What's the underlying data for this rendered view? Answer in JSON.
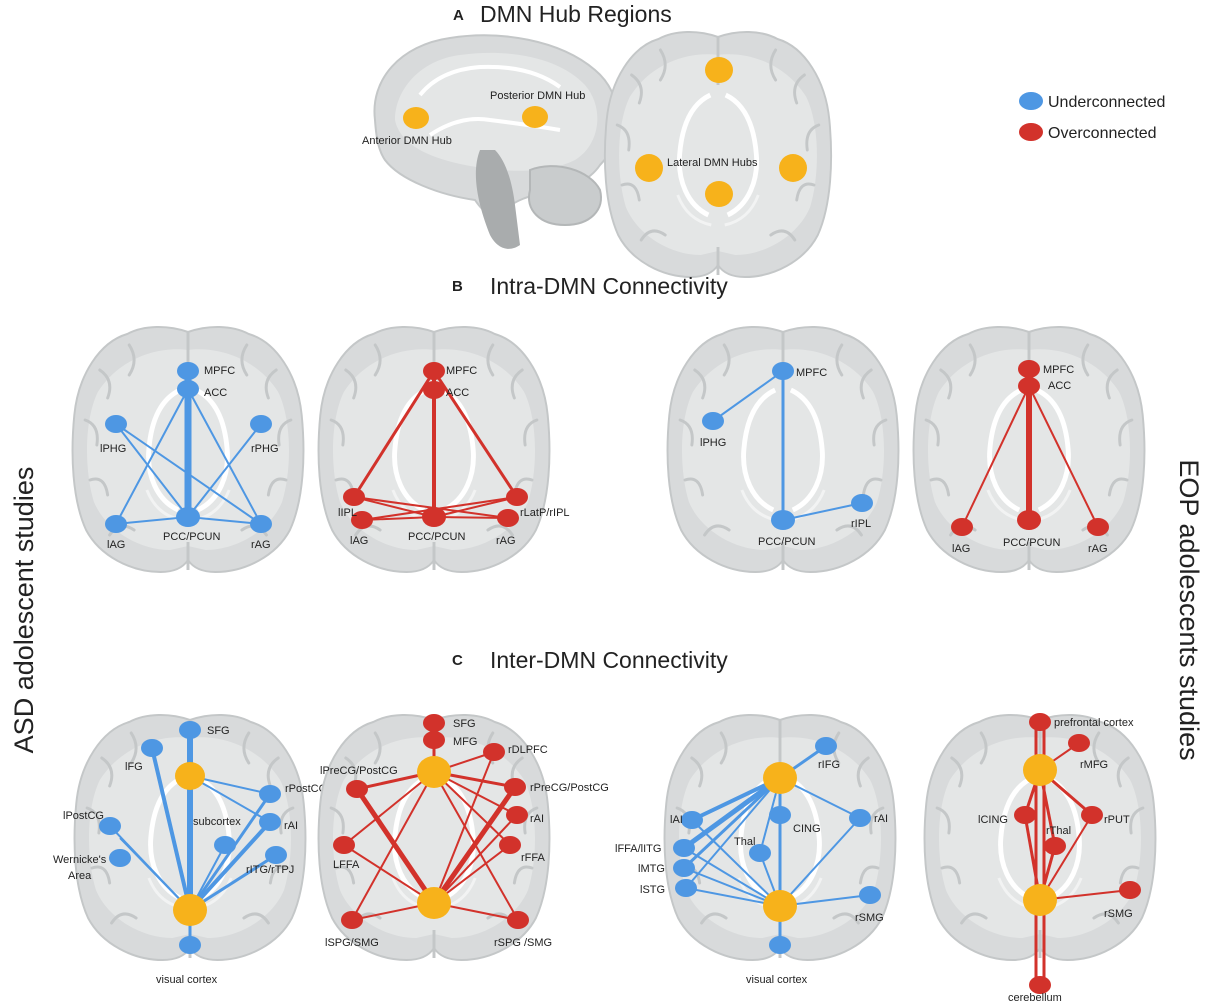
{
  "colors": {
    "under": "#4e97e3",
    "over": "#d2322b",
    "hub": "#f7b21b",
    "brain_fill": "#d8dadb",
    "brain_inner": "#e4e6e6",
    "brain_stroke": "#c4c7c8"
  },
  "side_labels": {
    "left": "ASD adolescent studies",
    "right": "EOP adolescents studies"
  },
  "legend": {
    "under": "Underconnected",
    "over": "Overconnected"
  },
  "panels": {
    "A": {
      "letter": "A",
      "title": "DMN Hub Regions",
      "labels": {
        "anterior": "Anterior DMN Hub",
        "posterior": "Posterior DMN Hub",
        "lateral": "Lateral DMN Hubs"
      }
    },
    "B": {
      "letter": "B",
      "title": "Intra-DMN Connectivity"
    },
    "C": {
      "letter": "C",
      "title": "Inter-DMN Connectivity"
    }
  },
  "brains": {
    "b1": {
      "labels": {
        "mpfc": "MPFC",
        "acc": "ACC",
        "lphg": "lPHG",
        "rphg": "rPHG",
        "lag": "lAG",
        "pcc": "PCC/PCUN",
        "rag": "rAG"
      }
    },
    "b2": {
      "labels": {
        "mpfc": "MPFC",
        "acc": "ACC",
        "lipl": "lIPL",
        "rlatp": "rLatP/rIPL",
        "lag": "lAG",
        "pcc": "PCC/PCUN",
        "rag": "rAG"
      }
    },
    "b3": {
      "labels": {
        "mpfc": "MPFC",
        "lphg": "lPHG",
        "ripl": "rIPL",
        "pcc": "PCC/PCUN"
      }
    },
    "b4": {
      "labels": {
        "mpfc": "MPFC",
        "acc": "ACC",
        "lag": "lAG",
        "pcc": "PCC/PCUN",
        "rag": "rAG"
      }
    },
    "c1": {
      "labels": {
        "sfg": "SFG",
        "lfg": "lFG",
        "rpostcg": "rPostCG",
        "lpostcg": "lPostCG",
        "subcortex": "subcortex",
        "rai": "rAI",
        "wernicke1": "Wernicke's",
        "wernicke2": "Area",
        "ritg": "rITG/rTPJ",
        "visual": "visual cortex"
      }
    },
    "c2": {
      "labels": {
        "sfg": "SFG",
        "mfg": "MFG",
        "rdlpfc": "rDLPFC",
        "lprecg": "lPreCG/PostCG",
        "rprecg": "rPreCG/PostCG",
        "rai": "rAI",
        "lffa": "LFFA",
        "rffa": "rFFA",
        "lspg": "lSPG/SMG",
        "rspg": "rSPG /SMG"
      }
    },
    "c3": {
      "labels": {
        "rifg": "rIFG",
        "lai": "lAI",
        "thal": "Thal",
        "cing": "CING",
        "rai": "rAI",
        "lffa": "lFFA/lITG",
        "lmtg": "lMTG",
        "lstg": "lSTG",
        "rsmg": "rSMG",
        "visual": "visual cortex"
      }
    },
    "c4": {
      "labels": {
        "prefrontal": "prefrontal cortex",
        "rmfg": "rMFG",
        "lcing": "lCING",
        "rthal": "rThal",
        "rput": "rPUT",
        "rsmg": "rSMG",
        "cerebellum": "cerebellum"
      }
    }
  }
}
